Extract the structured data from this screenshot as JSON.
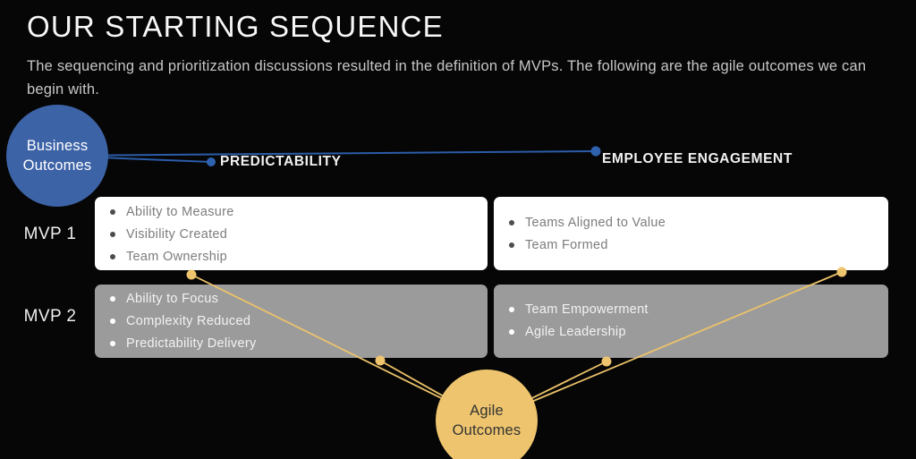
{
  "title": "OUR STARTING SEQUENCE",
  "subtitle": "The sequencing and prioritization discussions resulted in the definition of MVPs. The following are the agile outcomes we can begin with.",
  "nodes": {
    "business": {
      "label": "Business Outcomes",
      "color": "#3d63a7"
    },
    "agile": {
      "label": "Agile Outcomes",
      "color": "#eec46e"
    }
  },
  "columns": {
    "predictability": {
      "header": "PREDICTABILITY"
    },
    "engagement": {
      "header": "EMPLOYEE ENGAGEMENT"
    }
  },
  "rows": {
    "mvp1": {
      "label": "MVP 1"
    },
    "mvp2": {
      "label": "MVP 2"
    }
  },
  "boxes": {
    "mvp1_predictability": {
      "items": [
        "Ability to Measure",
        "Visibility Created",
        "Team Ownership"
      ]
    },
    "mvp1_engagement": {
      "items": [
        "Teams Aligned to Value",
        "Team Formed"
      ]
    },
    "mvp2_predictability": {
      "items": [
        "Ability to Focus",
        "Complexity Reduced",
        "Predictability Delivery"
      ]
    },
    "mvp2_engagement": {
      "items": [
        "Team Empowerment",
        "Agile Leadership"
      ]
    }
  },
  "colors": {
    "background": "#060606",
    "business_circle": "#3d63a7",
    "agile_circle": "#eec46e",
    "blue_connector": "#2b5ca8",
    "gold_connector": "#ecc26a",
    "white_box": "#ffffff",
    "gray_box": "#9b9b9b"
  }
}
